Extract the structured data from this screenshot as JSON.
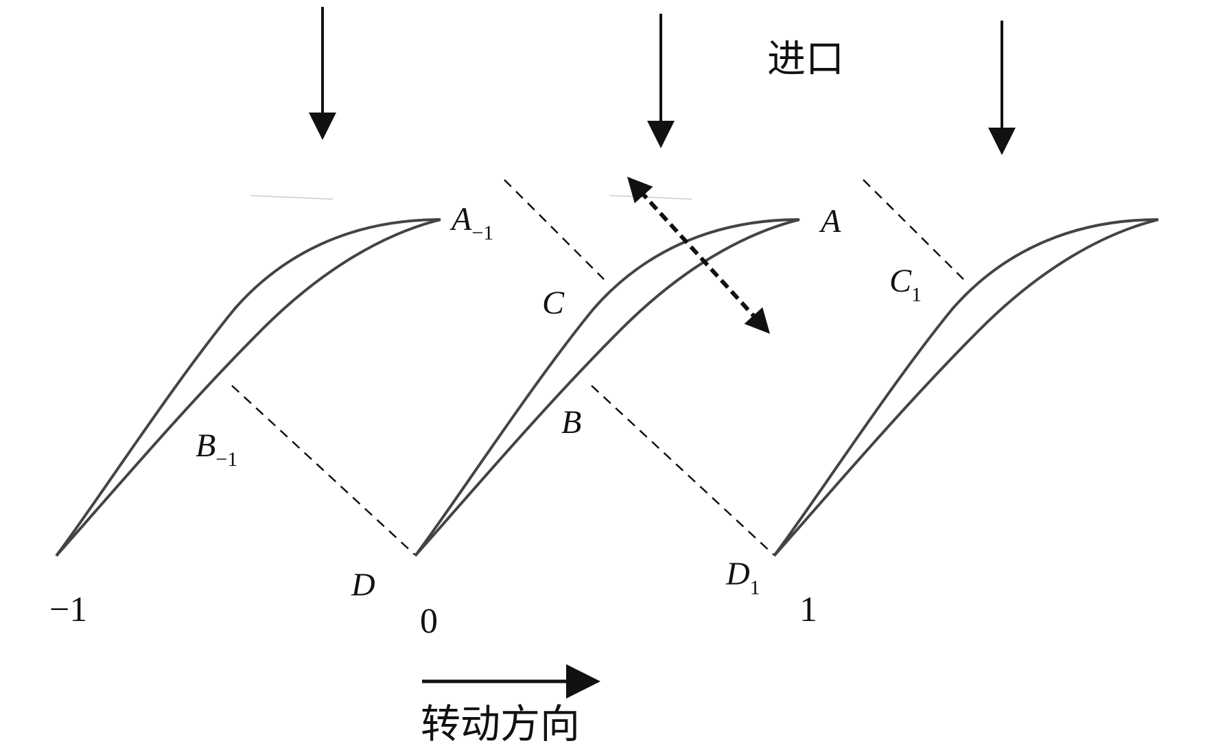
{
  "labels": {
    "inlet": "进口",
    "rotation_direction": "转动方向",
    "A_minus1": {
      "base": "A",
      "sub": "−1"
    },
    "A": {
      "base": "A"
    },
    "C": {
      "base": "C"
    },
    "C1": {
      "base": "C",
      "sub": "1"
    },
    "B_minus1": {
      "base": "B",
      "sub": "−1"
    },
    "B": {
      "base": "B"
    },
    "D": {
      "base": "D"
    },
    "D1": {
      "base": "D",
      "sub": "1"
    },
    "blade_minus1": "−1",
    "blade_0": "0",
    "blade_1": "1"
  },
  "colors": {
    "stroke": "#111111",
    "blade": "#444444"
  }
}
